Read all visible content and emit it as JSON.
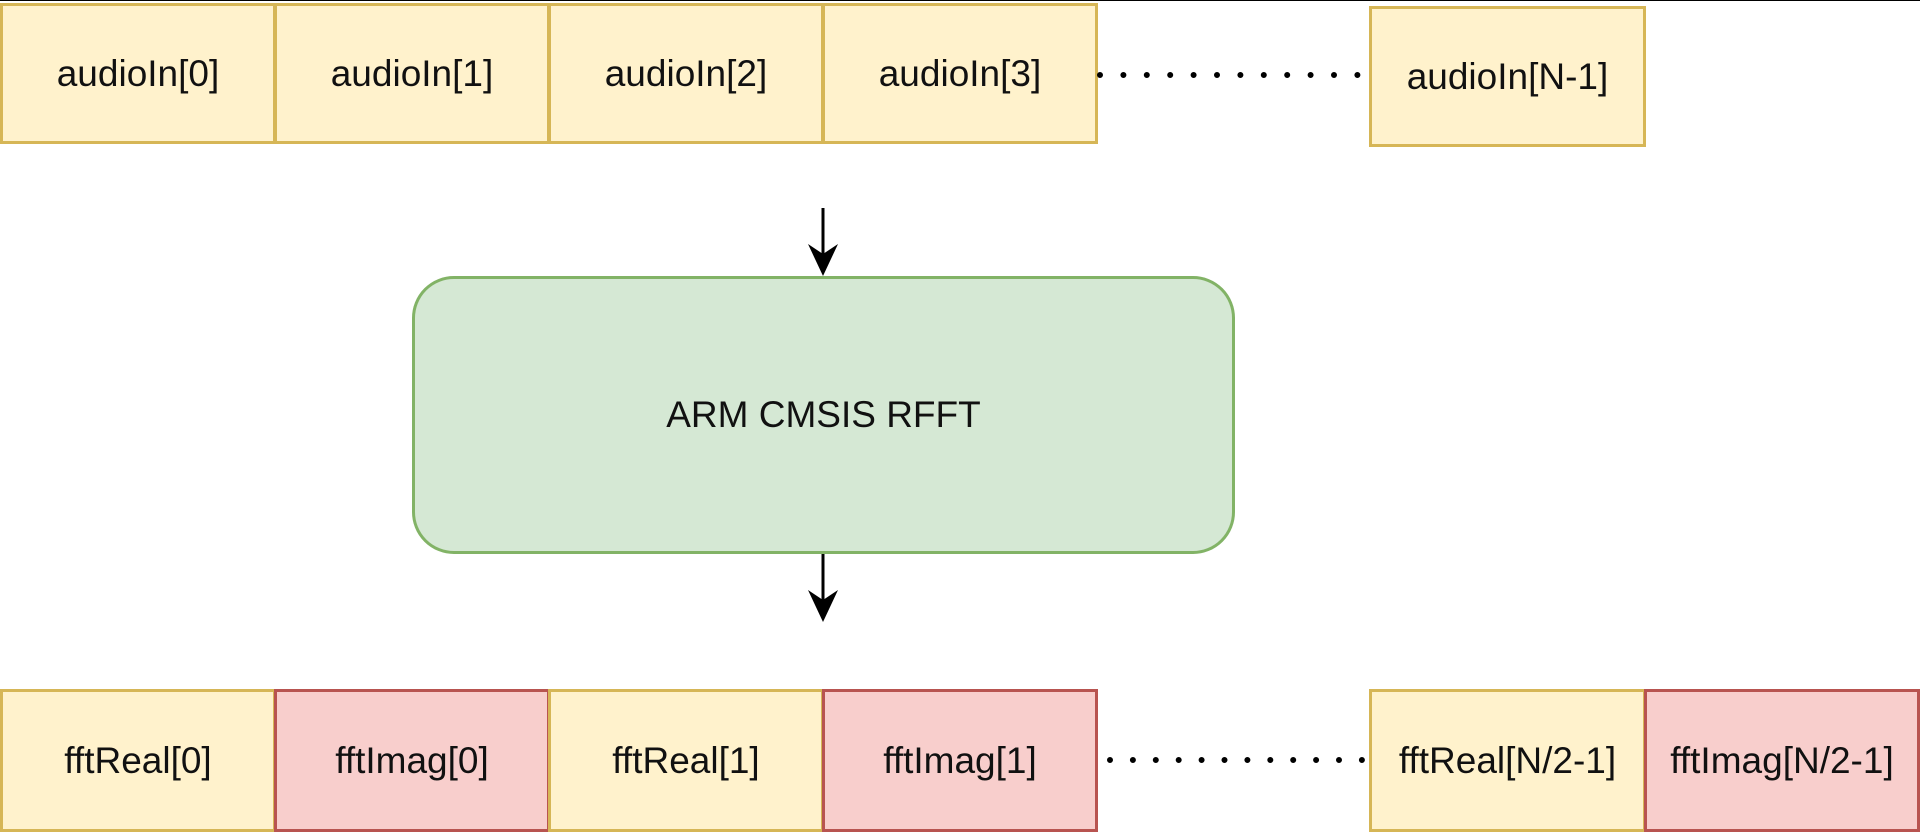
{
  "input_array": {
    "cells": [
      "audioIn[0]",
      "audioIn[1]",
      "audioIn[2]",
      "audioIn[3]"
    ],
    "last_cell": "audioIn[N-1]"
  },
  "process": {
    "label": "ARM CMSIS RFFT"
  },
  "output_array": {
    "cells": [
      "fftReal[0]",
      "fftImag[0]",
      "fftReal[1]",
      "fftImag[1]"
    ],
    "last_cells": [
      "fftReal[N/2-1]",
      "fftImag[N/2-1]"
    ]
  },
  "colors": {
    "real_fill": "#fff2cc",
    "real_stroke": "#d6b656",
    "imag_fill": "#f8cecc",
    "imag_stroke": "#b85450",
    "process_fill": "#d5e8d4",
    "process_stroke": "#82b366"
  }
}
